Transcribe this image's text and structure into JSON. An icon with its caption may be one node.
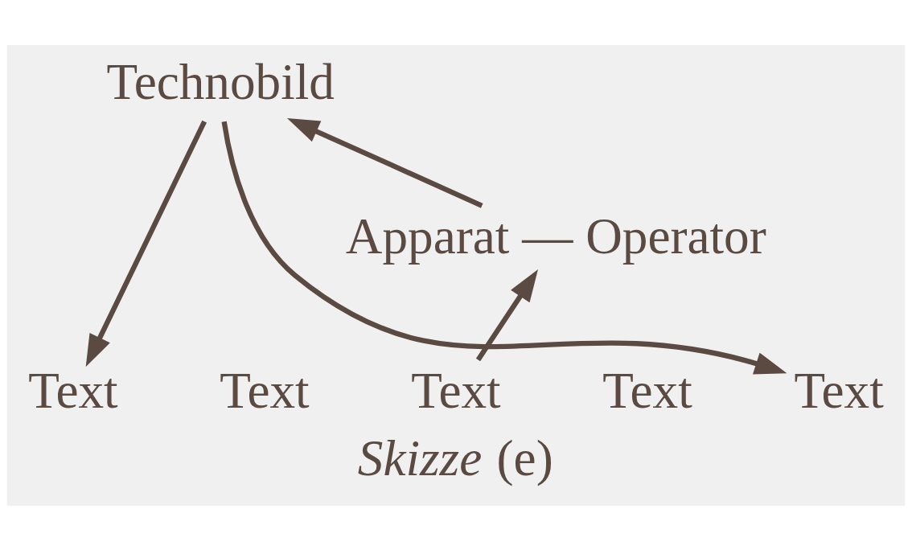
{
  "diagram": {
    "caption": "*Skizze* (e)",
    "nodes": [
      {
        "text": [
          "Technobild"
        ]
      },
      {
        "text": [
          "Apparat — Operator"
        ]
      },
      {
        "text": [
          "Text"
        ]
      },
      {
        "text": [
          "Text"
        ]
      },
      {
        "text": [
          "Text"
        ]
      },
      {
        "text": [
          "Text"
        ]
      },
      {
        "text": [
          "Text"
        ]
      }
    ],
    "edges": [
      {
        "from": 0,
        "to": 2,
        "arrow": "to"
      },
      {
        "from": 0,
        "to": 6,
        "arrow": "to"
      },
      {
        "from": 4,
        "to": 1,
        "arrow": "to"
      },
      {
        "from": 1,
        "to": 0,
        "arrow": "to"
      }
    ]
  }
}
